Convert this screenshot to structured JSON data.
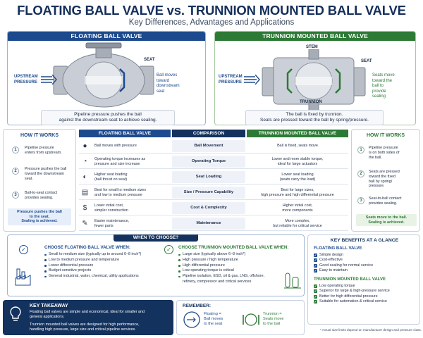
{
  "header": {
    "title": "FLOATING BALL VALVE vs. TRUNNION MOUNTED BALL VALVE",
    "subtitle": "Key Differences, Advantages and Applications"
  },
  "floating": {
    "panel_title": "FLOATING BALL VALVE",
    "seat_label": "SEAT",
    "upstream_label": "UPSTREAM\nPRESSURE",
    "ball_note": "Ball moves\ntoward\ndownstream\nseat",
    "caption": "Pipeline pressure pushes the ball\nagainst the downstream seat to achieve sealing."
  },
  "trunnion": {
    "panel_title": "TRUNNION MOUNTED BALL VALVE",
    "stem_label": "STEM",
    "seat_label": "SEAT",
    "trunnion_label": "TRUNNION",
    "upstream_label": "UPSTREAM\nPRESSURE",
    "seat_note": "Seats move\ntoward the\nball to\nprovide\nsealing",
    "caption": "The ball is fixed by trunnion.\nSeats are pressed toward the ball by spring/pressure."
  },
  "how_left": {
    "title": "HOW IT WORKS",
    "steps": [
      "Pipeline pressure\nenters from upstream.",
      "Pressure pushes the ball\ntoward the downstream\nseat.",
      "Ball-to-seat contact\nprovides sealing."
    ],
    "note": "Pressure pushes the ball\nto the seat.\nSealing is achieved."
  },
  "how_right": {
    "title": "HOW IT WORKS",
    "steps": [
      "Pipeline pressure\nis on both sides of\nthe ball.",
      "Seats are pressed\ntoward the fixed\nball by spring/\npressure.",
      "Seat-to-ball contact\nprovides sealing."
    ],
    "note": "Seats move to the ball.\nSealing is achieved."
  },
  "comparison": {
    "head_left": "FLOATING BALL VALVE",
    "head_mid": "COMPARISON",
    "head_right": "TRUNNION MOUNTED BALL VALVE",
    "rows": [
      {
        "icon": "ball-icon",
        "left": "Ball moves with pressure",
        "mid": "Ball Movement",
        "right": "Ball is fixed, seats move"
      },
      {
        "icon": "gauge-icon",
        "left": "Operating torque increases as\npressure and size increase",
        "mid": "Operating Torque",
        "right": "Lower and more stable torque,\nideal for large actuators"
      },
      {
        "icon": "seat-icon",
        "left": "Higher seat loading\n(ball thrust on seat)",
        "mid": "Seat Loading",
        "right": "Lower seat loading\n(seats carry the load)"
      },
      {
        "icon": "pipe-icon",
        "left": "Best for small to medium sizes\nand low to medium pressure",
        "mid": "Size / Pressure Capability",
        "right": "Best for large sizes,\nhigh pressure and high differential pressure"
      },
      {
        "icon": "dollar-icon",
        "left": "Lower initial cost,\nsimpler construction",
        "mid": "Cost & Complexity",
        "right": "Higher initial cost,\nmore components"
      },
      {
        "icon": "wrench-icon",
        "left": "Easier maintenance,\nfewer parts",
        "mid": "Maintenance",
        "right": "More complex,\nbut reliable for critical service"
      }
    ]
  },
  "when": {
    "title": "WHEN TO CHOOSE?",
    "floating_title": "CHOOSE FLOATING BALL VALVE WHEN:",
    "floating_items": [
      "Small to medium size (typically up to around 6–8 inch*)",
      "Low to medium pressure and temperature",
      "Lower differential pressure",
      "Budget-sensitive projects",
      "General industrial, water, chemical, utility applications"
    ],
    "trunnion_title": "CHOOSE TRUNNION MOUNTED BALL VALVE WHEN:",
    "trunnion_items": [
      "Large size (typically above 6–8 inch*)",
      "High pressure / high temperature",
      "High differential pressure",
      "Low operating torque is critical",
      "Pipeline isolation, ESD, oil & gas, LNG, offshore,\nrefinery, compressor and critical services"
    ]
  },
  "benefits": {
    "title": "KEY BENEFITS AT A GLANCE",
    "floating_title": "FLOATING BALL VALVE",
    "floating_items": [
      "Simple design",
      "Cost-effective",
      "Good sealing for normal service",
      "Easy to maintain"
    ],
    "trunnion_title": "TRUNNION MOUNTED BALL VALVE",
    "trunnion_items": [
      "Low operating torque",
      "Superior for large & high-pressure service",
      "Better for high differential pressure",
      "Suitable for automation & critical service"
    ]
  },
  "takeaway": {
    "title": "KEY TAKEAWAY",
    "p1": "Floating ball valves are simple and economical, ideal for smaller and\ngeneral applications.",
    "p2": "Trunnion mounted ball valves are designed for high performance,\nhandling high pressure, large size and critical pipeline services."
  },
  "remember": {
    "title": "REMEMBER:",
    "floating": "Floating =\nBall moves\nto the seat",
    "trunnion": "Trunnion =\nSeats move\nto the ball"
  },
  "footnote": "* Actual size limits depend on manufacturer design and pressure class.",
  "colors": {
    "blue": "#1d4a8e",
    "green": "#2c7a35",
    "navy": "#13325e",
    "light_blue": "#e6eefa",
    "light_green": "#e8f3e6"
  }
}
